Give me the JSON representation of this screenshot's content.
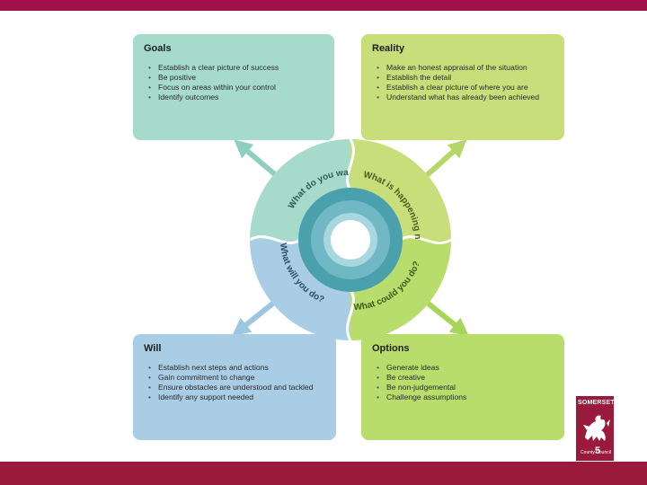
{
  "goals": {
    "title": "Goals",
    "items": [
      "Establish a clear picture of success",
      "Be positive",
      "Focus on areas within your control",
      "Identify outcomes"
    ]
  },
  "reality": {
    "title": "Reality",
    "items": [
      "Make an honest appraisal of the situation",
      "Establish the detail",
      "Establish a clear picture of where you are",
      "Understand what has already been achieved"
    ]
  },
  "will": {
    "title": "Will",
    "items": [
      "Establish next steps and actions",
      "Gain commitment to change",
      "Ensure obstacles are understood and tackled",
      "Identify any support needed"
    ]
  },
  "options": {
    "title": "Options",
    "items": [
      "Generate ideas",
      "Be creative",
      "Be non-judgemental",
      "Challenge assumptions"
    ]
  },
  "wheel": {
    "goals_question": "What do you want to achieve?",
    "reality_question": "What is happening now?",
    "will_question": "What will you do?",
    "options_question": "What could you do?"
  },
  "colors": {
    "goals": "#a6dacb",
    "reality": "#c7de7b",
    "will": "#a9cde4",
    "options": "#b8dd6c",
    "brand": "#9a1a3c"
  },
  "logo": {
    "top_text": "SOMERSET",
    "bottom_text": "County Council"
  },
  "slide_number": "5"
}
